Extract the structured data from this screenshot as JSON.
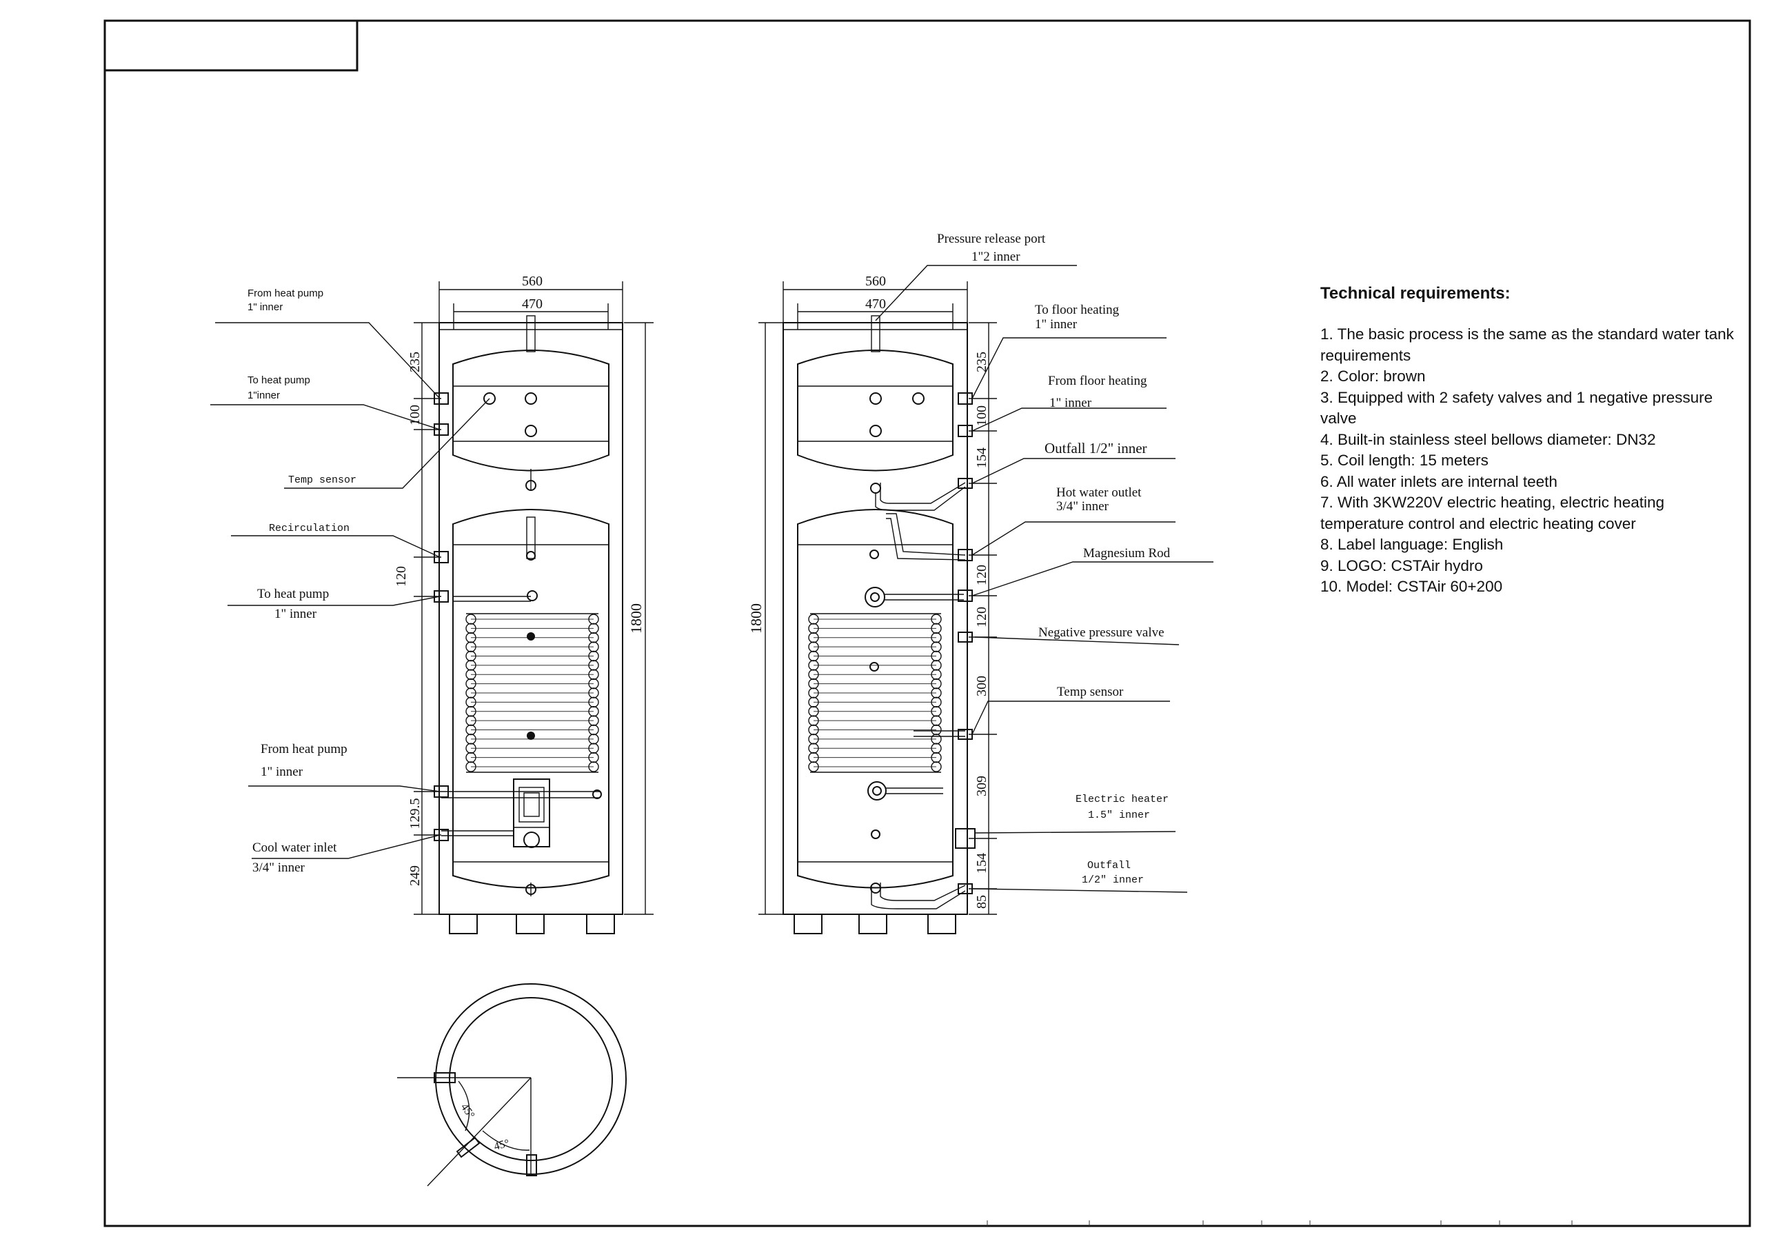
{
  "labels": {
    "left_from_heat_pump_top": "From heat pump",
    "left_from_heat_pump_top_size": "1\" inner",
    "left_to_heat_pump_top": "To heat pump",
    "left_to_heat_pump_top_size": "1\"inner",
    "left_temp_sensor": "Temp sensor",
    "left_recirculation": "Recirculation",
    "left_to_heat_pump": "To heat pump",
    "left_to_heat_pump_size": "1\" inner",
    "left_from_heat_pump": "From heat pump",
    "left_from_heat_pump_size": "1\" inner",
    "left_cool_water_inlet": "Cool water inlet",
    "left_cool_water_inlet_size": "3/4\" inner",
    "right_pressure_release": "Pressure release port",
    "right_pressure_release_size": "1\"2 inner",
    "right_to_floor_heating": "To floor heating",
    "right_to_floor_heating_size": "1\" inner",
    "right_from_floor_heating": "From floor heating",
    "right_from_floor_heating_size": "1\" inner",
    "right_outfall_top": "Outfall 1/2\" inner",
    "right_hot_water_outlet": "Hot water outlet",
    "right_hot_water_outlet_size": "3/4\" inner",
    "right_magnesium_rod": "Magnesium Rod",
    "right_negative_pressure_valve": "Negative pressure valve",
    "right_temp_sensor": "Temp sensor",
    "right_electric_heater": "Electric heater",
    "right_electric_heater_size": "1.5\" inner",
    "right_outfall_bottom": "Outfall",
    "right_outfall_bottom_size": "1/2\" inner"
  },
  "dimensions": {
    "width_outer": "560",
    "width_inner": "470",
    "height_total": "1800",
    "left_235": "235",
    "left_100": "100",
    "left_120": "120",
    "left_129_5": "129.5",
    "left_249": "249",
    "right_235": "235",
    "right_100": "100",
    "right_154_top": "154",
    "right_120_a": "120",
    "right_120_b": "120",
    "right_300": "300",
    "right_309": "309",
    "right_154_bottom": "154",
    "right_85": "85",
    "angle_a": "45°",
    "angle_b": "45°"
  },
  "technical_requirements": {
    "title": "Technical requirements:",
    "items": [
      "1. The basic process is the same as the standard water tank requirements",
      "2. Color: brown",
      "3. Equipped with 2 safety valves and 1 negative pressure valve",
      "4. Built-in stainless steel bellows diameter: DN32",
      "5. Coil length: 15 meters",
      "6. All water inlets are internal teeth",
      "7. With 3KW220V electric heating, electric heating temperature control and electric heating cover",
      "8. Label language: English",
      "9. LOGO: CSTAir hydro",
      "10. Model: CSTAir 60+200"
    ]
  }
}
